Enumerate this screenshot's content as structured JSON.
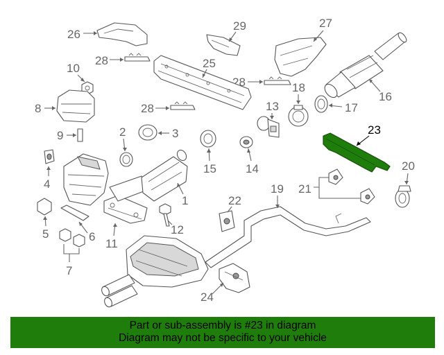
{
  "diagram": {
    "highlight_part": "23",
    "highlight_color": "#1e7d0b",
    "callouts": {
      "n1": "1",
      "n2": "2",
      "n3": "3",
      "n4": "4",
      "n5": "5",
      "n6": "6",
      "n7": "7",
      "n8": "8",
      "n9": "9",
      "n10": "10",
      "n11": "11",
      "n12": "12",
      "n13": "13",
      "n14": "14",
      "n15": "15",
      "n16": "16",
      "n17": "17",
      "n18": "18",
      "n19": "19",
      "n20": "20",
      "n21": "21",
      "n22": "22",
      "n23": "23",
      "n24": "24",
      "n25": "25",
      "n26": "26",
      "n27": "27",
      "n28a": "28",
      "n28b": "28",
      "n28c": "28",
      "n29": "29"
    }
  },
  "banner": {
    "line1": "Part or sub-assembly is #23 in diagram",
    "line2": "Diagram may not be specific to your vehicle",
    "background": "#1e7d0b"
  }
}
